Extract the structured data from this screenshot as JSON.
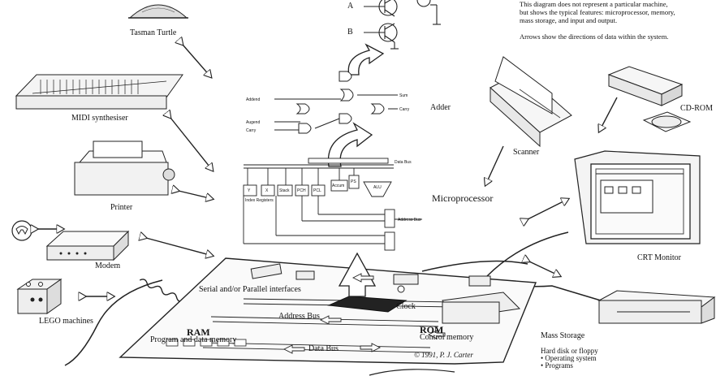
{
  "intro": {
    "line1": "This diagram does not represent a particular machine,",
    "line2": "but shows the typical features: microprocessor, memory,",
    "line3": "mass storage, and input and output.",
    "line4": "Arrows show the directions of data within the system."
  },
  "peripherals": {
    "turtle": "Tasman Turtle",
    "midi": "MIDI synthesiser",
    "printer": "Printer",
    "modem": "Modem",
    "lego": "LEGO machines",
    "scanner": "Scanner",
    "cdrom": "CD-ROM",
    "monitor": "CRT Monitor"
  },
  "processor": {
    "title": "Microprocessor",
    "adder": "Adder",
    "gate_a": "A",
    "gate_b": "B",
    "addend": "Addend",
    "augend": "Augend",
    "carry_in": "Carry",
    "sum": "Sum",
    "carry_out": "Carry",
    "data_bus": "Data Bus",
    "address_bus": "Address Bus",
    "alu": "ALU",
    "index_registers": "Index Registers",
    "registers": [
      "Y",
      "X",
      "Stack",
      "PCH",
      "PCL",
      "Accum",
      "PS"
    ]
  },
  "board": {
    "interfaces": "Serial and/or Parallel interfaces",
    "clock": "Clock",
    "address_bus": "Address Bus",
    "data_bus": "Data Bus",
    "ram": "RAM",
    "ram_sub": "Program and data memory",
    "rom": "ROM",
    "rom_sub": "Control memory",
    "credit": "© 1991, P. J. Carter"
  },
  "mass_storage": {
    "title": "Mass Storage",
    "subtitle": "Hard disk or floppy",
    "items": [
      "• Operating system",
      "• Programs"
    ]
  }
}
